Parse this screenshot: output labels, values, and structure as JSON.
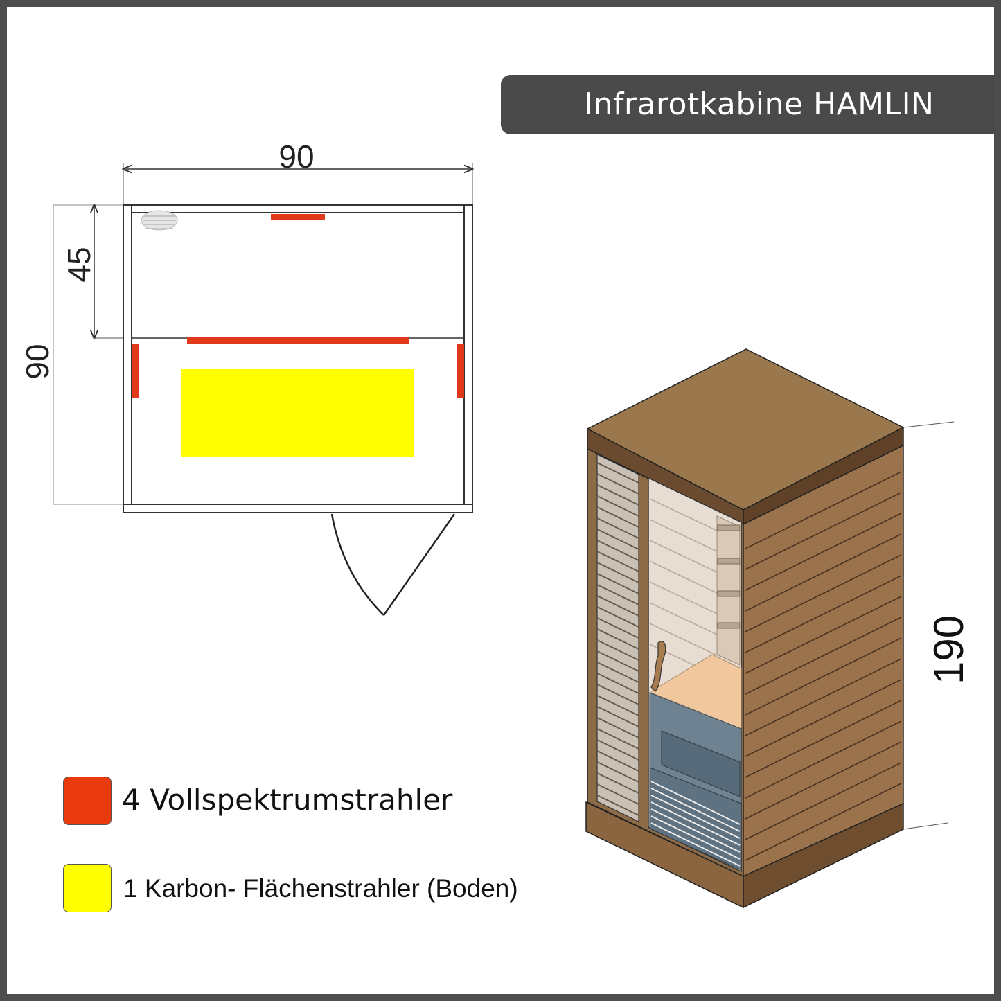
{
  "title": "Infrarotkabine HAMLIN",
  "dimensions": {
    "width_top": "90",
    "depth_side": "90",
    "bench_depth": "45",
    "height": "190"
  },
  "legend": [
    {
      "label": "4 Vollspektrumstrahler",
      "color": "#e83a0c"
    },
    {
      "label": "1 Karbon- Flächenstrahler (Boden)",
      "color": "#ffff00"
    }
  ],
  "colors": {
    "full_spectrum_heater": "#e03a1a",
    "carbon_panel_heater": "#ffff00",
    "cabin_wood": "#9b774e",
    "banner_bg": "#4a4a4a"
  }
}
